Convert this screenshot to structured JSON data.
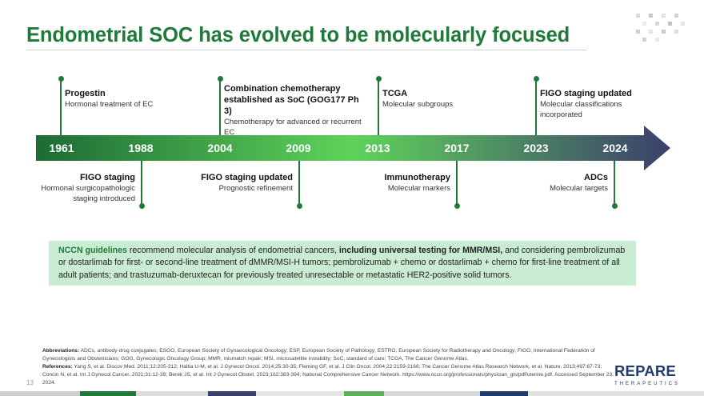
{
  "title": "Endometrial SOC has evolved to be molecularly focused",
  "timeline": {
    "years": [
      "1961",
      "1988",
      "2004",
      "2009",
      "2013",
      "2017",
      "2023",
      "2024"
    ],
    "above": [
      {
        "heading": "Progestin",
        "body": "Hormonal treatment of EC"
      },
      {
        "heading": "Combination chemotherapy established as SoC (GOG177 Ph 3)",
        "body": "Chemotherapy for advanced or recurrent EC"
      },
      {
        "heading": "TCGA",
        "body": "Molecular subgroups"
      },
      {
        "heading": "FIGO staging updated",
        "body": "Molecular classifications incorporated"
      }
    ],
    "below": [
      {
        "heading": "FIGO staging",
        "body": "Hormonal surgicopathologic staging introduced"
      },
      {
        "heading": "FIGO staging updated",
        "body": "Prognostic refinement"
      },
      {
        "heading": "Immunotherapy",
        "body": "Molecular markers"
      },
      {
        "heading": "ADCs",
        "body": "Molecular targets"
      }
    ]
  },
  "note": {
    "part1": "NCCN guidelines",
    "part2": " recommend molecular analysis of endometrial cancers, ",
    "part3": "including universal testing for MMR/MSI,",
    "part4": " and considering pembrolizumab or dostarlimab for first- or second-line treatment of dMMR/MSI-H tumors; pembrolizumab + chemo or dostarlimab + chemo for first-line treatment of all adult patients; and trastuzumab-deruxtecan for previously treated unresectable or metastatic HER2-positive solid tumors."
  },
  "references": {
    "abbr_label": "Abbreviations:",
    "abbr_text": "ADCs, antibody-drug conjugates; ESGO, European Society of Gynaecological Oncology; ESP, European Society of Pathology; ESTRO, European Society for Radiotherapy and Oncology; FIGO, International Federation of Gynecologists and Obstetricians; GOG, Gynecologic Oncology Group; MMR, mismatch repair; MSI, microsatellite instability; SoC, standard of care; TCGA, The Cancer Genome Atlas.",
    "ref_label": "References:",
    "ref_text": "Yang S, et al. Discov Med. 2011;12:205-212; Haltia U-M, et al. J Gynecol Oncol. 2014;25:30-35; Fleming GF, et al. J Clin Oncol. 2004;22:2159-2166; The Cancer Genome Atlas Research Network, et al. Nature. 2013;497:67-73; Concin N, et al. Int J Gynecol Cancer. 2021;31:12-39; Berek JS, et al. Int J Gynecol Obstet. 2023;162:383-394; National Comprehensive Cancer Network. https://www.nccn.org/professionals/physician_gls/pdf/uterine.pdf. Accessed September 23, 2024."
  },
  "page_number": "13",
  "logo": {
    "main": "REPARE",
    "sub": "THERAPEUTICS"
  },
  "colors": {
    "accent_green": "#1f7a3a",
    "arrow_start": "#1c6b34",
    "arrow_mid": "#5fd35a",
    "arrow_end": "#3b3f6b",
    "note_bg": "#c9ecd3",
    "brand_navy": "#1f3b6f"
  }
}
